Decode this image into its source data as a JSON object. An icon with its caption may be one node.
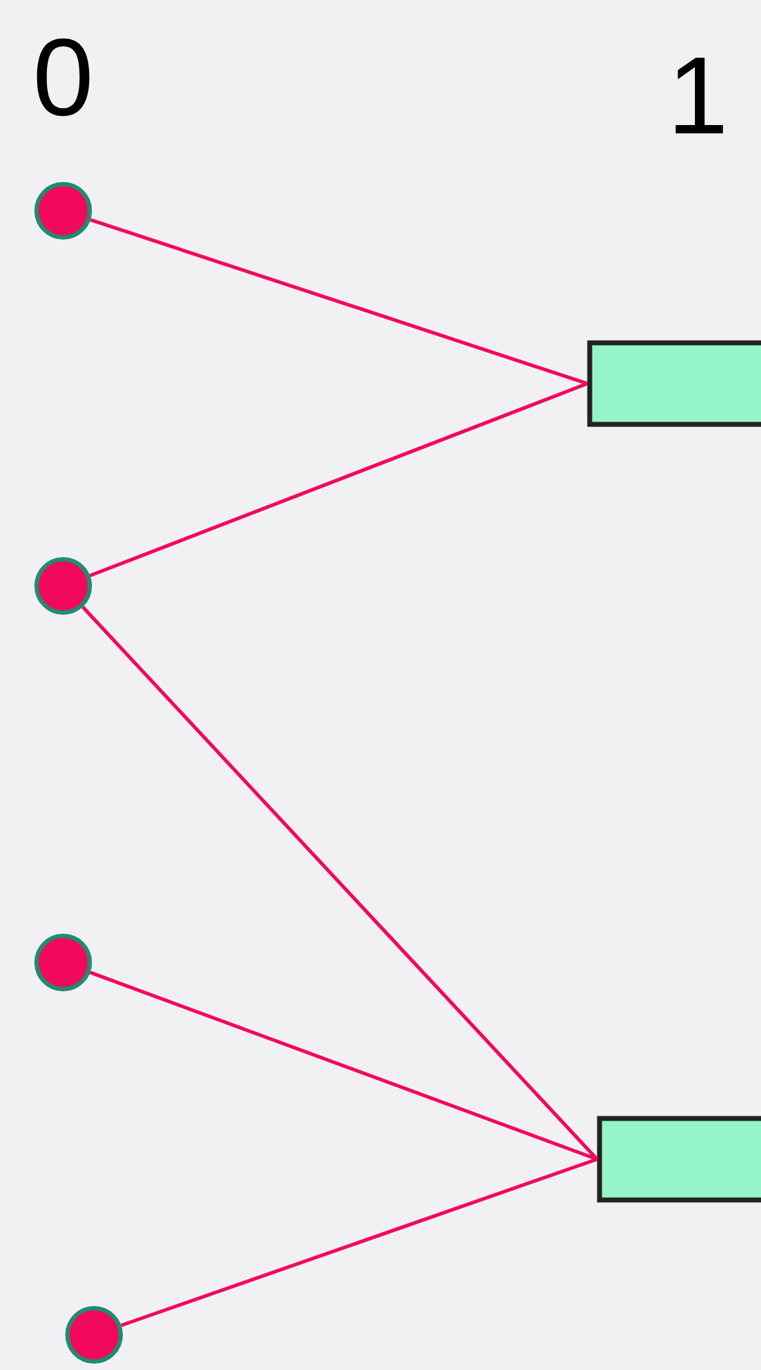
{
  "diagram": {
    "nodes": [
      {
        "text": [],
        "shape": "circle"
      },
      {
        "text": [],
        "shape": "circle"
      },
      {
        "text": [],
        "shape": "circle"
      },
      {
        "text": [],
        "shape": "circle"
      },
      {
        "text": [],
        "shape": "box"
      },
      {
        "text": [],
        "shape": "box"
      }
    ],
    "edges": [
      {
        "from": 0,
        "to": 4,
        "arrow": "none"
      },
      {
        "from": 1,
        "to": 4,
        "arrow": "none"
      },
      {
        "from": 1,
        "to": 5,
        "arrow": "none"
      },
      {
        "from": 2,
        "to": 5,
        "arrow": "none"
      },
      {
        "from": 3,
        "to": 5,
        "arrow": "none"
      }
    ],
    "labels": [
      "0",
      "1"
    ]
  }
}
